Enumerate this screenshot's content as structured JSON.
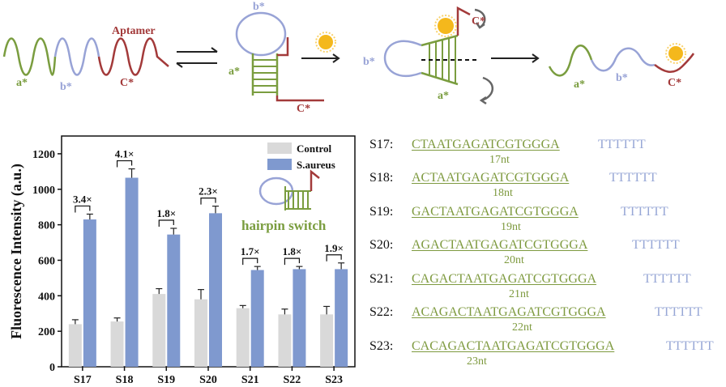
{
  "scheme": {
    "aptamer_label": "Aptamer",
    "a_label": "a*",
    "b_label": "b*",
    "c_label": "C*",
    "colors": {
      "a": "#7a9d3f",
      "b": "#98a3d6",
      "c": "#a33a3a",
      "sun": "#f4b81c"
    }
  },
  "inset_label": "hairpin switch",
  "chart_data": {
    "type": "bar",
    "categories": [
      "S17",
      "S18",
      "S19",
      "S20",
      "S21",
      "S22",
      "S23"
    ],
    "series": [
      {
        "name": "Control",
        "color": "#d9d9d9",
        "values": [
          240,
          255,
          410,
          380,
          330,
          295,
          295
        ],
        "errors": [
          25,
          20,
          30,
          55,
          15,
          30,
          45
        ]
      },
      {
        "name": "S.aureus",
        "color": "#7f99cf",
        "values": [
          830,
          1065,
          745,
          865,
          545,
          550,
          550
        ],
        "errors": [
          30,
          50,
          35,
          40,
          20,
          15,
          35
        ]
      }
    ],
    "fold_labels": [
      "3.4×",
      "4.1×",
      "1.8×",
      "2.3×",
      "1.7×",
      "1.8×",
      "1.9×"
    ],
    "ylabel": "Fluorescence Intensity (a.u.)",
    "ylim": [
      0,
      1300
    ],
    "yticks": [
      0,
      200,
      400,
      600,
      800,
      1000,
      1200
    ],
    "legend_position": "top-right"
  },
  "sequences": [
    {
      "name": "S17:",
      "core": "CTAATGAGATCGTGGGA",
      "tail": "TTTTTT",
      "length": "17nt"
    },
    {
      "name": "S18:",
      "core": "ACTAATGAGATCGTGGGA",
      "tail": "TTTTTT",
      "length": "18nt"
    },
    {
      "name": "S19:",
      "core": "GACTAATGAGATCGTGGGA",
      "tail": "TTTTTT",
      "length": "19nt"
    },
    {
      "name": "S20:",
      "core": "AGACTAATGAGATCGTGGGA",
      "tail": "TTTTTT",
      "length": "20nt"
    },
    {
      "name": "S21:",
      "core": "CAGACTAATGAGATCGTGGGA",
      "tail": "TTTTTT",
      "length": "21nt"
    },
    {
      "name": "S22:",
      "core": "ACAGACTAATGAGATCGTGGGA",
      "tail": "TTTTTT",
      "length": "22nt"
    },
    {
      "name": "S23:",
      "core": "CACAGACTAATGAGATCGTGGGA",
      "tail": "TTTTTT",
      "length": "23nt"
    }
  ]
}
